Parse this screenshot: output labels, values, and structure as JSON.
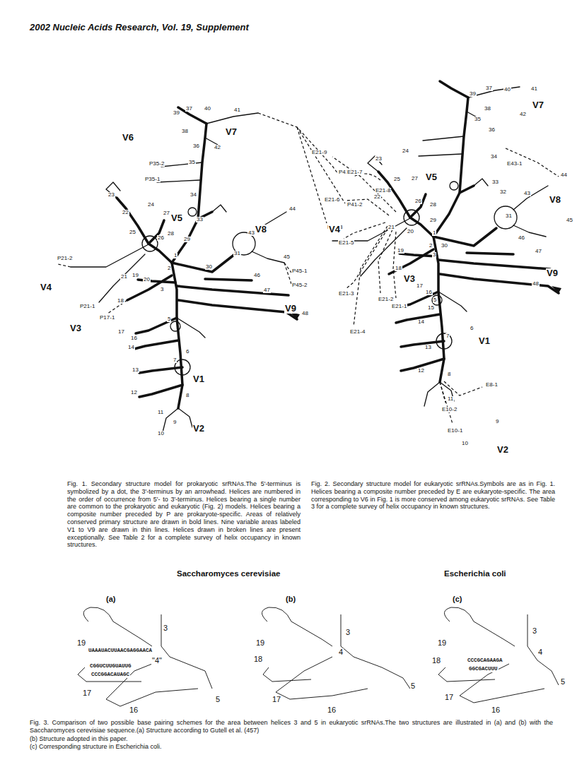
{
  "diagram": {
    "title": "2002 Nucleic Acids Research, Vol. 19, Supplement",
    "labels": [
      "P41-1",
      "P41-2",
      "P41-3",
      "39",
      "37",
      "40",
      "41",
      "38",
      "36",
      "42",
      "V7",
      "V6",
      "P35-2",
      "35",
      "P35-1",
      "23",
      "24",
      "22",
      "27",
      "V5",
      "34",
      "44",
      "25",
      "26",
      "28",
      "33",
      "V8",
      "43",
      "29",
      "31",
      "45",
      "P45-1",
      "P45-2",
      "P21-2",
      "21",
      "20",
      "1",
      "2",
      "30",
      "46",
      "V4",
      "19",
      "3",
      "47",
      "18",
      "P17-1",
      "V9",
      "48",
      "P21-1",
      "V3",
      "17",
      "16",
      "5",
      "14",
      "6",
      "13",
      "7",
      "V1",
      "12",
      "8",
      "11",
      "9",
      "10",
      "V2",
      "39",
      "37",
      "40",
      "41",
      "38",
      "42",
      "V7",
      "35",
      "36",
      "E21-9",
      "23",
      "24",
      "E21-7",
      "27",
      "V5",
      "E43-1",
      "44",
      "34",
      "25",
      "E21-8",
      "26",
      "28",
      "E21-6",
      "22",
      "33",
      "V8",
      "43",
      "32",
      "21",
      "20",
      "29",
      "1",
      "31",
      "45",
      "V4",
      "2",
      "30",
      "46",
      "19",
      "3",
      "E21-5",
      "47",
      "18",
      "V3",
      "V9",
      "48",
      "17",
      "16",
      "E21-3",
      "5",
      "E21-2",
      "E21-1",
      "15",
      "14",
      "6",
      "V1",
      "E21-4",
      "7",
      "13",
      "12",
      "8",
      "E8-1",
      "11",
      "E10-2",
      "9",
      "E10-1",
      "10",
      "V2",
      "Fig. 1. Secondary structure model for prokaryotic srRNAs.The 5'-terminus is symbolized by a dot, the 3'-terminus by an arrowhead. Helices are numbered in the order of occurrence from 5'- to 3'-terminus. Helices bearing a single number are common to the prokaryotic and eukaryotic (Fig. 2) models. Helices bearing a composite number preceded by P are prokaryote-specific. Areas of relatively conserved primary structure are drawn in bold lines. Nine variable areas labeled V1 to V9 are drawn in thin lines. Helices drawn in broken lines are present exceptionally. See Table 2 for a complete survey of helix occupancy in known structures.",
      "Fig. 2. Secondary structure model for eukaryotic srRNAs.Symbols are as in Fig. 1. Helices bearing a composite number preceded by E are eukaryote-specific. The area corresponding to V6 in Fig. 1 is more conserved among eukaryotic srRNAs. See Table 3 for a complete survey of helix occupancy in known structures.",
      "Saccharomyces cerevisiae",
      "Escherichia coli",
      "(a)",
      "(b)",
      "(c)",
      "19",
      "3",
      "\"4\"",
      "17",
      "16",
      "5",
      "UAAAUACUUAACGAGGAACA",
      "CGGUCUUGUAUUG",
      "CCCGGACAUAGC",
      "19",
      "3",
      "18",
      "4",
      "17",
      "16",
      "5",
      "19",
      "3",
      "18",
      "4",
      "17",
      "16",
      "5",
      "CCCGCAGAAGA",
      "GGCGACUUU",
      "Fig. 3. Comparison of two possible base pairing schemes for the area between helices 3 and 5 in eukaryotic srRNAs.The two structures are illustrated in (a) and (b) with the Saccharomyces cerevisiae sequence.(a) Structure according to Gutell et al. (457)",
      "(b) Structure adopted in this paper.",
      "(c) Corresponding structure in Escherichia coli."
    ]
  }
}
